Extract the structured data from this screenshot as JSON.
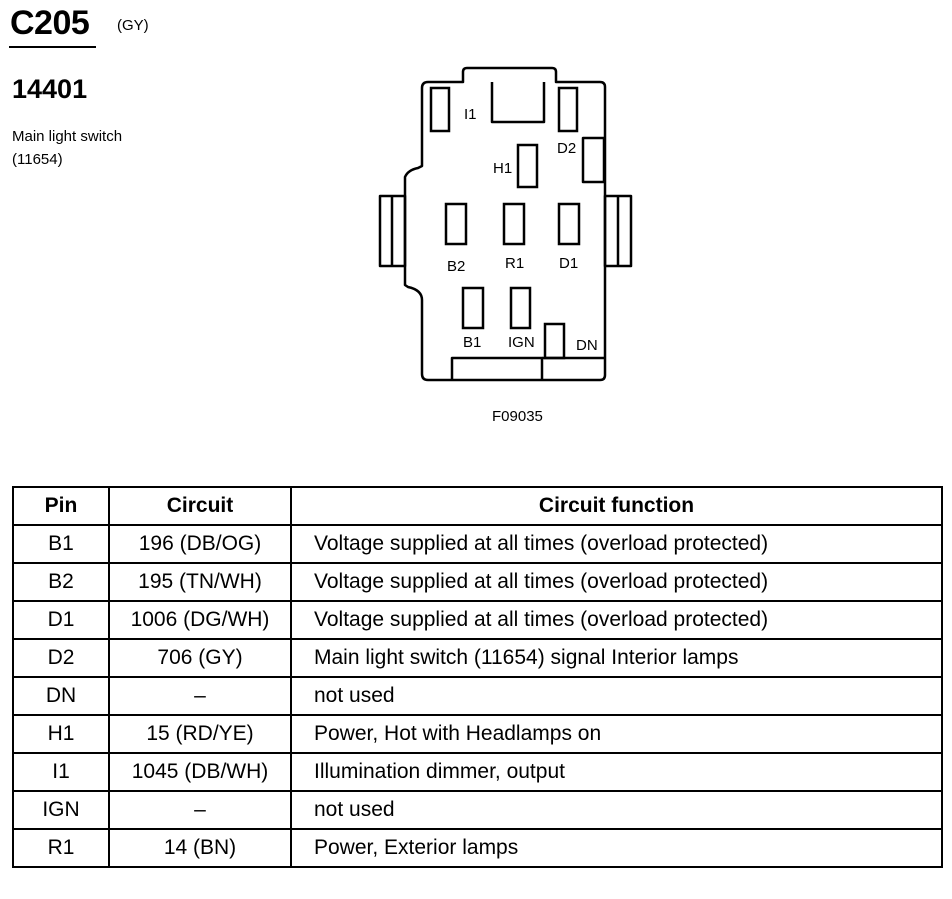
{
  "header": {
    "connector_id": "C205",
    "connector_color": "(GY)",
    "part_number": "14401",
    "component_name": "Main light switch",
    "component_number": "(11654)"
  },
  "diagram": {
    "figure_id": "F09035",
    "pin_labels": {
      "I1": "I1",
      "D2": "D2",
      "H1": "H1",
      "B2": "B2",
      "R1": "R1",
      "D1": "D1",
      "B1": "B1",
      "IGN": "IGN",
      "DN": "DN"
    }
  },
  "table": {
    "headers": [
      "Pin",
      "Circuit",
      "Circuit function"
    ],
    "rows": [
      {
        "pin": "B1",
        "circuit": "196 (DB/OG)",
        "function": "Voltage supplied at all times (overload protected)"
      },
      {
        "pin": "B2",
        "circuit": "195 (TN/WH)",
        "function": "Voltage supplied at all times (overload protected)"
      },
      {
        "pin": "D1",
        "circuit": "1006 (DG/WH)",
        "function": "Voltage supplied at all times (overload protected)"
      },
      {
        "pin": "D2",
        "circuit": "706 (GY)",
        "function": "Main light switch (11654) signal Interior lamps"
      },
      {
        "pin": "DN",
        "circuit": "–",
        "function": "not used"
      },
      {
        "pin": "H1",
        "circuit": "15 (RD/YE)",
        "function": "Power, Hot with Headlamps on"
      },
      {
        "pin": "I1",
        "circuit": "1045 (DB/WH)",
        "function": "Illumination dimmer, output"
      },
      {
        "pin": "IGN",
        "circuit": "–",
        "function": "not used"
      },
      {
        "pin": "R1",
        "circuit": "14 (BN)",
        "function": "Power, Exterior lamps"
      }
    ]
  }
}
